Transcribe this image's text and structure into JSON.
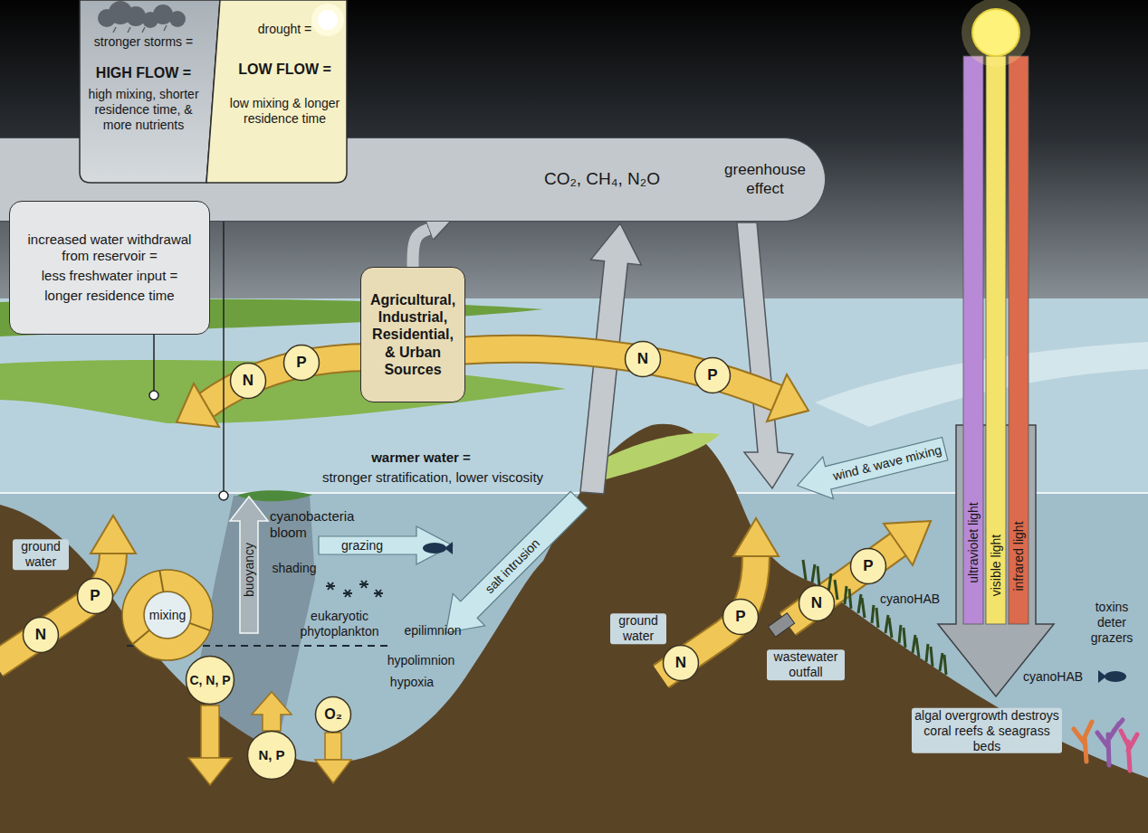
{
  "diagram": {
    "nodes": [
      {
        "text": [
          "stronger storms =",
          "HIGH FLOW =",
          "high mixing, shorter residence time, & more nutrients"
        ]
      },
      {
        "text": [
          "drought =",
          "LOW FLOW =",
          "low mixing & longer residence time"
        ]
      },
      {
        "text": [
          "CO₂, CH₄, N₂O",
          "greenhouse effect"
        ]
      },
      {
        "text": [
          "increased water withdrawal from reservoir =",
          "less freshwater input =",
          "longer residence time"
        ]
      },
      {
        "text": [
          "Agricultural, Industrial, Residential, & Urban Sources"
        ]
      },
      {
        "text": [
          "N"
        ]
      },
      {
        "text": [
          "P"
        ]
      },
      {
        "text": [
          "N"
        ]
      },
      {
        "text": [
          "P"
        ]
      },
      {
        "text": [
          "mixing"
        ]
      },
      {
        "text": [
          "N"
        ]
      },
      {
        "text": [
          "P"
        ]
      },
      {
        "text": [
          "C, N, P"
        ]
      },
      {
        "text": [
          "O₂"
        ]
      },
      {
        "text": [
          "N, P"
        ]
      },
      {
        "text": [
          "N"
        ]
      },
      {
        "text": [
          "P"
        ]
      },
      {
        "text": [
          "N"
        ]
      },
      {
        "text": [
          "P"
        ]
      }
    ],
    "edges": [
      {
        "from": 4,
        "to": 2,
        "arrow": "to"
      }
    ],
    "labels": [
      "warmer water =",
      "stronger stratification, lower viscosity",
      "wind & wave mixing",
      "ultraviolet light",
      "visible light",
      "infrared light",
      "cyanobacteria bloom",
      "ground water",
      "grazing",
      "salt intrusion",
      "buoyancy",
      "shading",
      "eukaryotic phytoplankton",
      "epilimnion",
      "cyanoHAB",
      "toxins deter grazers",
      "ground water",
      "hypolimnion",
      "wastewater outfall",
      "hypoxia",
      "cyanoHAB",
      "algal overgrowth destroys coral reefs & seagrass beds"
    ]
  }
}
